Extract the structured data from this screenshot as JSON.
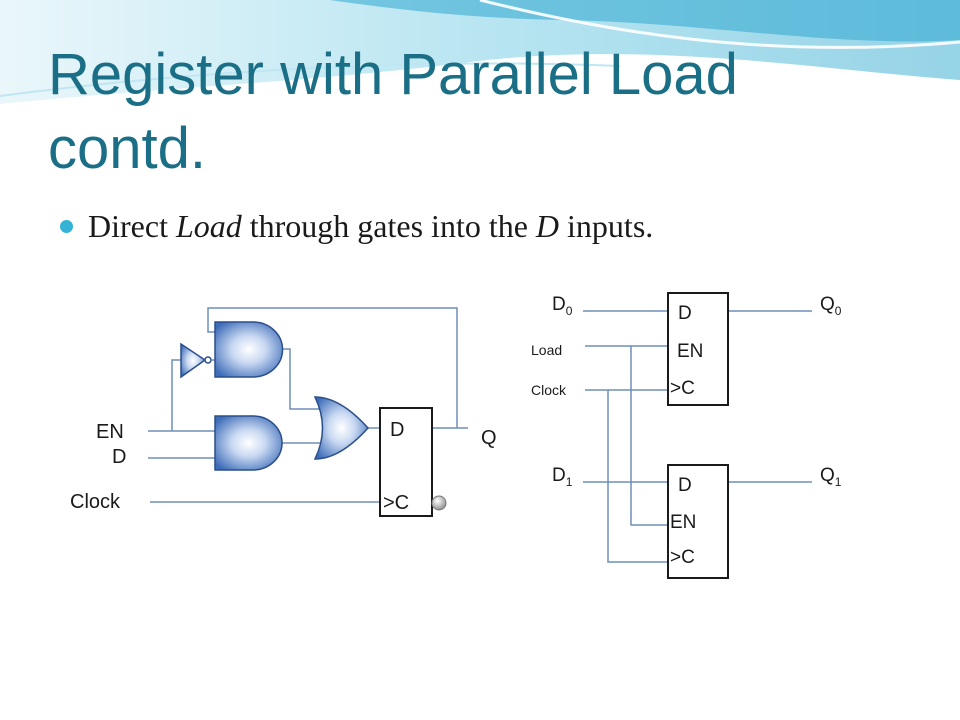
{
  "slide": {
    "title": "Register with Parallel Load contd.",
    "bullet": {
      "parts": [
        {
          "text": "Direct ",
          "italic": false
        },
        {
          "text": "Load",
          "italic": true
        },
        {
          "text": " through gates into the ",
          "italic": false
        },
        {
          "text": "D",
          "italic": true
        },
        {
          "text": " inputs.",
          "italic": false
        }
      ]
    }
  },
  "diagram_left": {
    "labels": {
      "en": "EN",
      "d": "D",
      "clock": "Clock",
      "q": "Q"
    },
    "flipflop": {
      "d": "D",
      "clk": ">C"
    }
  },
  "diagram_right": {
    "inputs": {
      "d0": "D",
      "d0_sub": "0",
      "load": "Load",
      "clock": "Clock",
      "d1": "D",
      "d1_sub": "1"
    },
    "outputs": {
      "q0": "Q",
      "q0_sub": "0",
      "q1": "Q",
      "q1_sub": "1"
    },
    "ff0": {
      "d": "D",
      "en": "EN",
      "clk": ">C"
    },
    "ff1": {
      "d": "D",
      "en": "EN",
      "clk": ">C"
    }
  },
  "colors": {
    "title": "#1a6f86",
    "bullet": "#35b3d6",
    "wire": "#6f8fb8",
    "gate": "#4a78c2"
  }
}
